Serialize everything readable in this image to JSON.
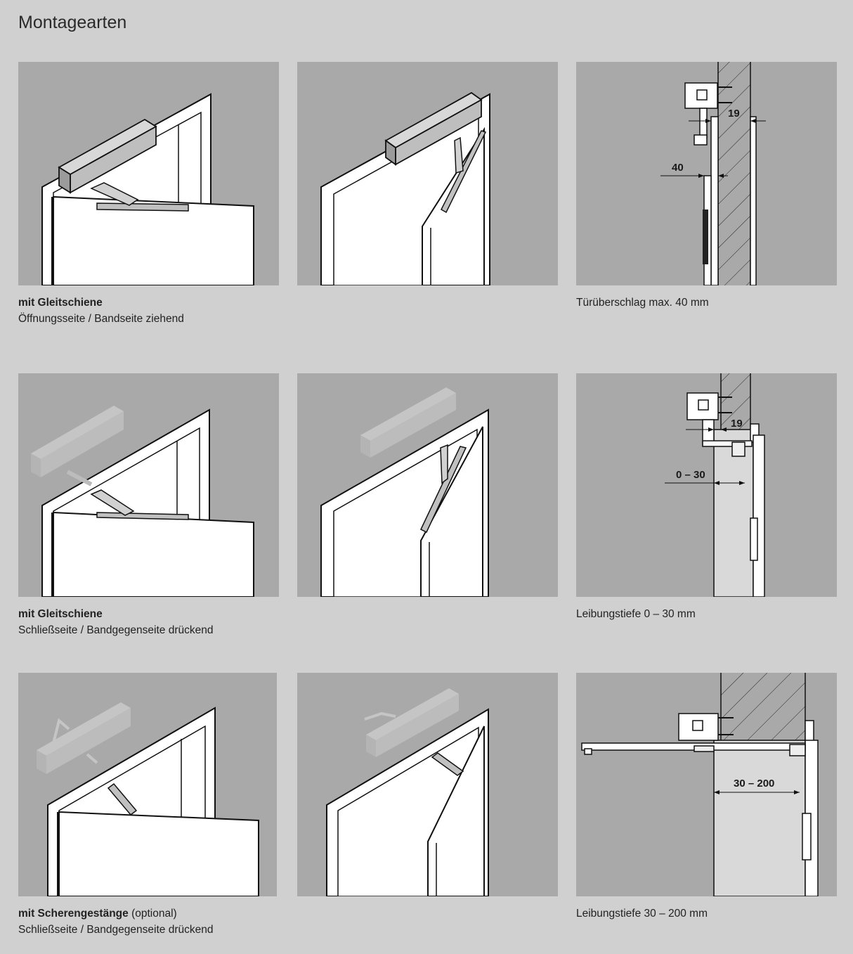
{
  "title": "Montagearten",
  "rows": [
    {
      "caption_bold": "mit Gleitschiene",
      "caption_extra": "",
      "caption_sub": "Öffnungsseite / Bandseite ziehend",
      "detail_caption": "Türüberschlag max. 40 mm",
      "dims": [
        "19",
        "40"
      ]
    },
    {
      "caption_bold": "mit Gleitschiene",
      "caption_extra": "",
      "caption_sub": "Schließseite / Bandgegenseite drückend",
      "detail_caption": "Leibungstiefe 0 – 30 mm",
      "dims": [
        "19",
        "0 – 30"
      ]
    },
    {
      "caption_bold": "mit Scherengestänge",
      "caption_extra": " (optional)",
      "caption_sub": "Schließseite / Bandgegenseite drückend",
      "detail_caption": "Leibungstiefe 30 – 200 mm",
      "dims": [
        "30 – 200"
      ]
    }
  ],
  "colors": {
    "page": "#cfd0cf",
    "panel": "#a8a9a8",
    "door": "#ffffff",
    "closer_light": "#d7d8d7",
    "closer_dark": "#8d8e8d"
  }
}
